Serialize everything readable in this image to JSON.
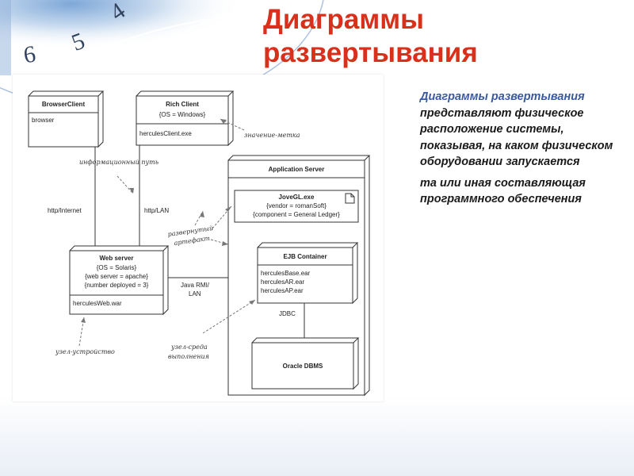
{
  "slide": {
    "title_line1": "Диаграммы",
    "title_line2": "развертывания",
    "description": {
      "accent": "Диаграммы развертывания",
      "rest": " представляют физическое расположение системы, показывая, на каком физическом оборудовании запускается",
      "second": "та или иная составляющая программного обеспечения"
    },
    "background_numbers": [
      "6",
      "5",
      "4"
    ]
  },
  "diagram": {
    "browser_client": {
      "title": "BrowserClient",
      "body": "browser"
    },
    "rich_client": {
      "title": "Rich Client",
      "tag": "{OS = Windows}",
      "body": "herculesClient.exe"
    },
    "app_server": {
      "title": "Application Server"
    },
    "jovegl": {
      "title": "JoveGL.exe",
      "tag1": "{vendor = romanSoft}",
      "tag2": "{component = General Ledger}"
    },
    "ejb": {
      "title": "EJB Container",
      "item1": "herculesBase.ear",
      "item2": "herculesAR.ear",
      "item3": "herculesAP.ear"
    },
    "web_server": {
      "title": "Web server",
      "tag1": "{OS = Solaris}",
      "tag2": "{web server = apache}",
      "tag3": "{number deployed = 3}",
      "body": "herculesWeb.war"
    },
    "oracle": {
      "title": "Oracle DBMS"
    },
    "links": {
      "http_internet": "http/Internet",
      "http_lan": "http/LAN",
      "java_rmi_1": "Java RMI/",
      "java_rmi_2": "LAN",
      "jdbc": "JDBC"
    },
    "annotations": {
      "tagged_value": "значение-метка",
      "comm_path": "информационный путь",
      "artifact_1": "развернутый",
      "artifact_2": "артефакт",
      "device_node": "узел-устройство",
      "exec_env_1": "узел-среда",
      "exec_env_2": "выполнения"
    }
  }
}
